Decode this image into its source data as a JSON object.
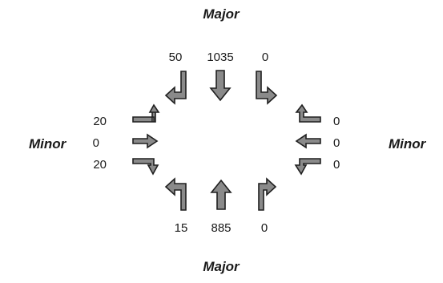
{
  "labels": {
    "major_top": "Major",
    "major_bottom": "Major",
    "minor_left": "Minor",
    "minor_right": "Minor"
  },
  "volumes": {
    "north": {
      "right": "50",
      "through": "1035",
      "left": "0"
    },
    "south": {
      "left": "15",
      "through": "885",
      "right": "0"
    },
    "west": {
      "left": "20",
      "through": "0",
      "right": "20"
    },
    "east": {
      "left": "0",
      "through": "0",
      "right": "0"
    }
  },
  "colors": {
    "arrow_fill": "#8a8a8a",
    "arrow_outline": "#1f1f1f"
  }
}
